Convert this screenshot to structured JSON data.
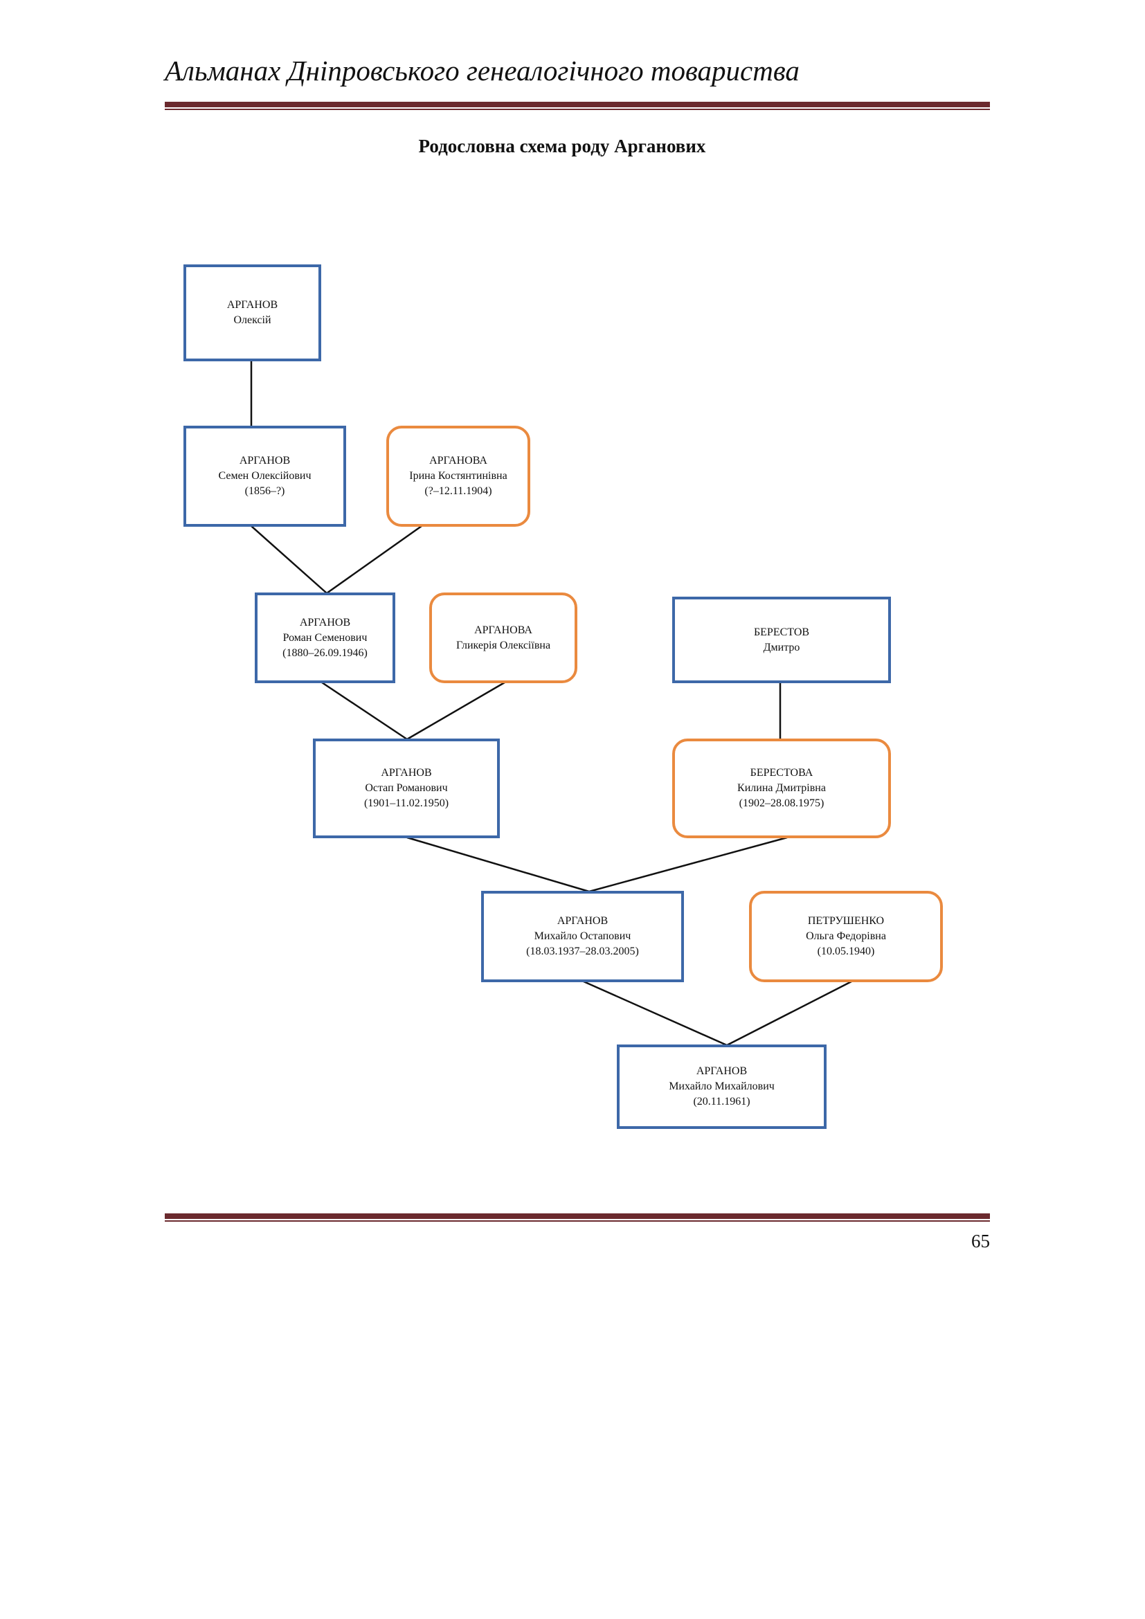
{
  "header": {
    "title": "Альманах Дніпровського генеалогічного товариства"
  },
  "document": {
    "title": "Родословна схема роду Арганових",
    "page_number": "65"
  },
  "persons": {
    "oleksii": {
      "surname": "АРГАНОВ",
      "name": "Олексій",
      "dates": ""
    },
    "semen": {
      "surname": "АРГАНОВ",
      "name": "Семен Олексійович",
      "dates": "(1856–?)"
    },
    "iryna": {
      "surname": "АРГАНОВА",
      "name": "Ірина Костянтинівна",
      "dates": "(?–12.11.1904)"
    },
    "roman": {
      "surname": "АРГАНОВ",
      "name": "Роман Семенович",
      "dates": "(1880–26.09.1946)"
    },
    "hlykeriia": {
      "surname": "АРГАНОВА",
      "name": "Гликерія Олексіївна",
      "dates": ""
    },
    "dmytro": {
      "surname": "БЕРЕСТОВ",
      "name": "Дмитро",
      "dates": ""
    },
    "ostap": {
      "surname": "АРГАНОВ",
      "name": "Остап Романович",
      "dates": "(1901–11.02.1950)"
    },
    "kylyna": {
      "surname": "БЕРЕСТОВА",
      "name": "Килина Дмитрівна",
      "dates": "(1902–28.08.1975)"
    },
    "mykhailo_o": {
      "surname": "АРГАНОВ",
      "name": "Михайло Остапович",
      "dates": "(18.03.1937–28.03.2005)"
    },
    "olha": {
      "surname": "ПЕТРУШЕНКО",
      "name": "Ольга Федорівна",
      "dates": "(10.05.1940)"
    },
    "mykhailo_m": {
      "surname": "АРГАНОВ",
      "name": "Михайло Михайлович",
      "dates": "(20.11.1961)"
    }
  },
  "colors": {
    "male_border": "#3d68a8",
    "female_border": "#ea8a3f",
    "rule": "#6b2a2e",
    "line": "#111111"
  }
}
